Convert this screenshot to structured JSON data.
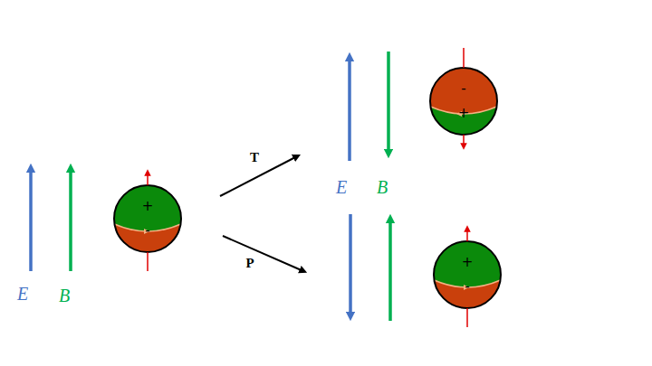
{
  "diagram": {
    "nodes": [
      {
        "text": [
          "+",
          "-"
        ]
      },
      {
        "text": [
          "-",
          "+"
        ]
      },
      {
        "text": [
          "+",
          "-"
        ]
      }
    ],
    "edges": [
      {
        "from": 0,
        "to": 1,
        "arrow": "to",
        "label": "T"
      },
      {
        "from": 0,
        "to": 2,
        "arrow": "to",
        "label": "P"
      }
    ],
    "labels": [
      "E⃗",
      "B⃗",
      "E⃗",
      "B⃗"
    ]
  }
}
